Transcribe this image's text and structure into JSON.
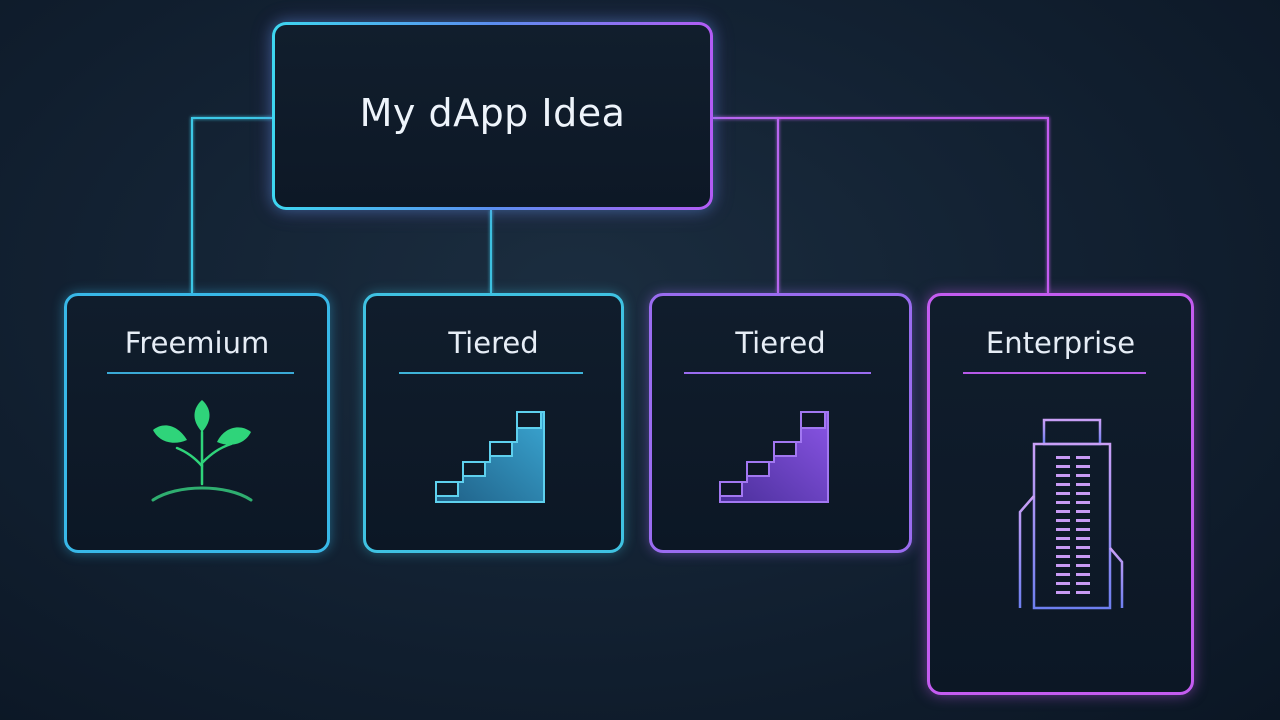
{
  "root": {
    "title": "My dApp Idea"
  },
  "options": [
    {
      "title": "Freemium",
      "icon": "sprout-icon"
    },
    {
      "title": "Tiered",
      "icon": "stairs-icon"
    },
    {
      "title": "Tiered",
      "icon": "stairs-icon"
    },
    {
      "title": "Enterprise",
      "icon": "office-building-icon"
    }
  ],
  "colors": {
    "background": "#132233",
    "cyan": "#3ed6f0",
    "purple": "#9a6cf0",
    "magenta": "#c45cf0",
    "leaf_green": "#2fd47a"
  }
}
